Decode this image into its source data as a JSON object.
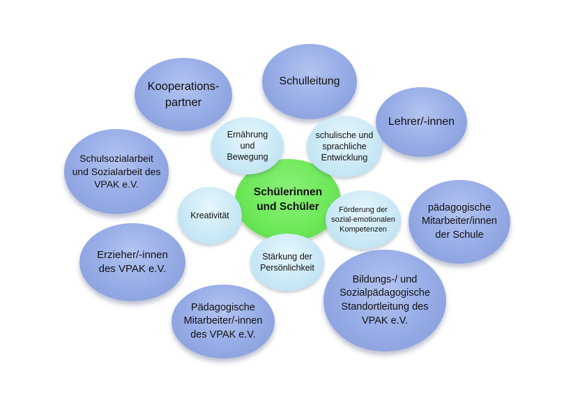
{
  "center": {
    "label": "Schülerinnen\nund Schüler",
    "color": "#6ee85a"
  },
  "inner": [
    {
      "id": "ernaehrung",
      "label": "Ernährung\nund\nBewegung"
    },
    {
      "id": "schulisch",
      "label": "schulische und\nsprachliche\nEntwicklung"
    },
    {
      "id": "kreativitaet",
      "label": "Kreativität"
    },
    {
      "id": "foerderung",
      "label": "Förderung der\nsozial-emotionalen\nKompetenzen"
    },
    {
      "id": "staerkung",
      "label": "Stärkung der\nPersönlichkeit"
    }
  ],
  "outer": [
    {
      "id": "kooperation",
      "label": "Kooperations-\npartner"
    },
    {
      "id": "schulleitung",
      "label": "Schulleitung"
    },
    {
      "id": "lehrer",
      "label": "Lehrer/-innen"
    },
    {
      "id": "sozialarbeit",
      "label": "Schulsozialarbeit\nund Sozialarbeit des\nVPAK e.V."
    },
    {
      "id": "paedmitarb_schule",
      "label": "pädagogische\nMitarbeiter/innen\nder Schule"
    },
    {
      "id": "erzieher",
      "label": "Erzieher/-innen\ndes VPAK e.V."
    },
    {
      "id": "paed_vpak",
      "label": "Pädagogische\nMitarbeiter/-innen\ndes VPAK e.V."
    },
    {
      "id": "standortleitung",
      "label": "Bildungs-/ und\nSozialpädagogische\nStandortleitung des\nVPAK e.V."
    }
  ],
  "colors": {
    "outer": "#9aafe8",
    "inner": "#cbe9f6",
    "center": "#6ee85a"
  }
}
